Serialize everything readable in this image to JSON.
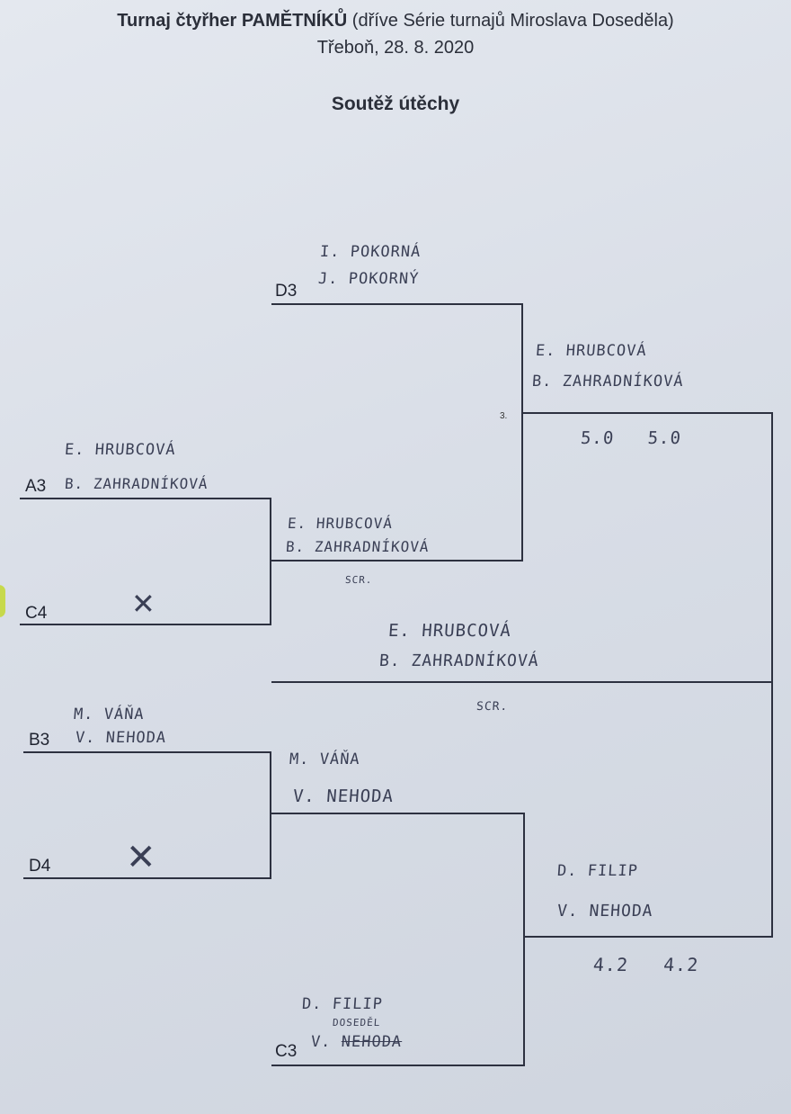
{
  "header": {
    "title_bold": "Turnaj čtyřher PAMĚTNÍKŮ",
    "title_rest": " (dříve Série turnajů Miroslava Doseděla)",
    "place_date": "Třeboň, 28. 8. 2020",
    "section": "Soutěž útěchy"
  },
  "seeds": {
    "d3": "D3",
    "a3": "A3",
    "c4": "C4",
    "b3": "B3",
    "d4": "D4",
    "c3": "C3"
  },
  "entries": {
    "d3_p1": "I. POKORNÁ",
    "d3_p2": "J. POKORNÝ",
    "a3_p1": "E. HRUBCOVÁ",
    "a3_p2": "B. ZAHRADNÍKOVÁ",
    "c4_mark": "✕",
    "b3_p1": "M. VÁŇA",
    "b3_p2": "V. NEHODA",
    "d4_mark": "✕",
    "c3_p1": "D. FILIP",
    "c3_p2_note": "DOSEDĚL",
    "c3_p2_prefix": "V.",
    "c3_p2_struck": "NEHODA"
  },
  "round1": {
    "top_p1": "E. HRUBCOVÁ",
    "top_p2": "B. ZAHRADNÍKOVÁ",
    "top_note": "SCR.",
    "bot_p1": "M. VÁŇA",
    "bot_p2": "V. NEHODA"
  },
  "round2": {
    "top_p1": "E. HRUBCOVÁ",
    "top_p2": "B. ZAHRADNÍKOVÁ",
    "top_score": "5.0   5.0",
    "top_mark": "3.",
    "bot_p1": "D. FILIP",
    "bot_p2": "V. NEHODA",
    "bot_score": "4.2   4.2"
  },
  "final": {
    "p1": "E. HRUBCOVÁ",
    "p2": "B. ZAHRADNÍKOVÁ",
    "note": "SCR."
  }
}
